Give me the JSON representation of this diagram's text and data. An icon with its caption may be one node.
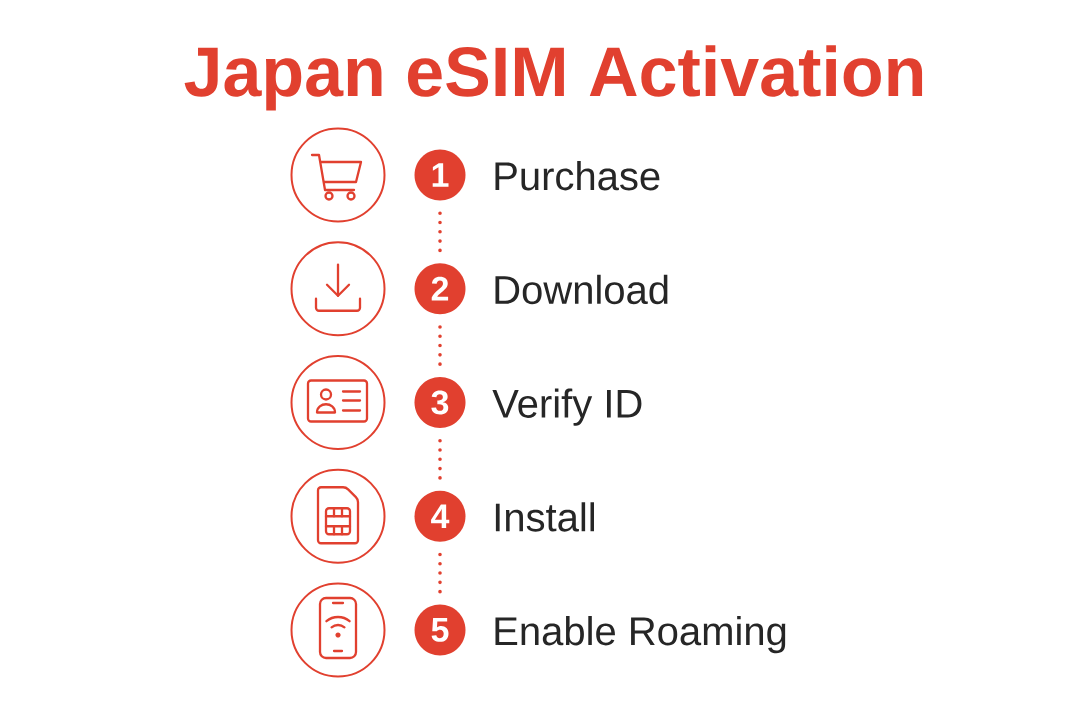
{
  "diagram": {
    "title": "Japan eSIM Activation",
    "nodes": [
      {
        "text": [
          "1"
        ],
        "beside": [
          "Purchase"
        ]
      },
      {
        "text": [
          "2"
        ],
        "beside": [
          "Download"
        ]
      },
      {
        "text": [
          "3"
        ],
        "beside": [
          "Verify ID"
        ]
      },
      {
        "text": [
          "4"
        ],
        "beside": [
          "Install"
        ]
      },
      {
        "text": [
          "5"
        ],
        "beside": [
          "Enable Roaming"
        ]
      }
    ],
    "edges": [
      {
        "from": 0,
        "to": 1,
        "arrow": "none",
        "style": "dashed"
      },
      {
        "from": 1,
        "to": 2,
        "arrow": "none",
        "style": "dashed"
      },
      {
        "from": 2,
        "to": 3,
        "arrow": "none",
        "style": "dashed"
      },
      {
        "from": 3,
        "to": 4,
        "arrow": "none",
        "style": "dashed"
      }
    ]
  }
}
